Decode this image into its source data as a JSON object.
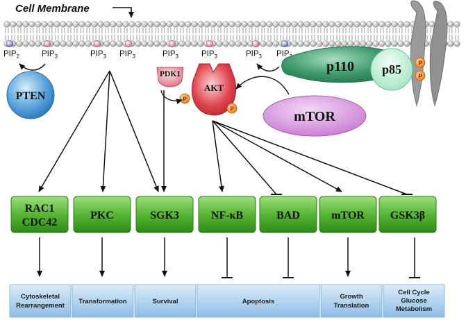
{
  "membrane_label": "Cell Membrane",
  "lipids": {
    "pip2": "PIP",
    "pip2_sub": "2",
    "pip3": "PIP",
    "pip3_sub": "3"
  },
  "proteins": {
    "pten": "PTEN",
    "pdk1": "PDK1",
    "akt": "AKT",
    "p110": "p110",
    "p85": "p85",
    "mtor": "mTOR",
    "phospho": "P"
  },
  "targets": [
    {
      "line1": "RAC1",
      "line2": "CDC42"
    },
    {
      "line1": "PKC"
    },
    {
      "line1": "SGK3"
    },
    {
      "line1": "NF-κB"
    },
    {
      "line1": "BAD"
    },
    {
      "line1": "mTOR"
    },
    {
      "line1": "GSK3β"
    }
  ],
  "outcomes": [
    {
      "line1": "Cytoskeletal",
      "line2": "Rearrangement"
    },
    {
      "line1": "Transformation"
    },
    {
      "line1": "Survival"
    },
    {
      "line1": "Apoptosis"
    },
    {
      "line1": "Growth",
      "line2": "Translation"
    },
    {
      "line1": "Cell Cycle",
      "line2": "Glucose",
      "line3": "Metabolism"
    }
  ],
  "colors": {
    "target_box": "#5dbd3b",
    "outcome_box": "#a9cdea",
    "pten": "#5aa4df",
    "pdk1": "#e88a98",
    "akt": "#e0454f",
    "p110": "#3f9a6c",
    "p85": "#b8ecd0",
    "mtor": "#cd80d6",
    "phospho": "#f28a20"
  }
}
